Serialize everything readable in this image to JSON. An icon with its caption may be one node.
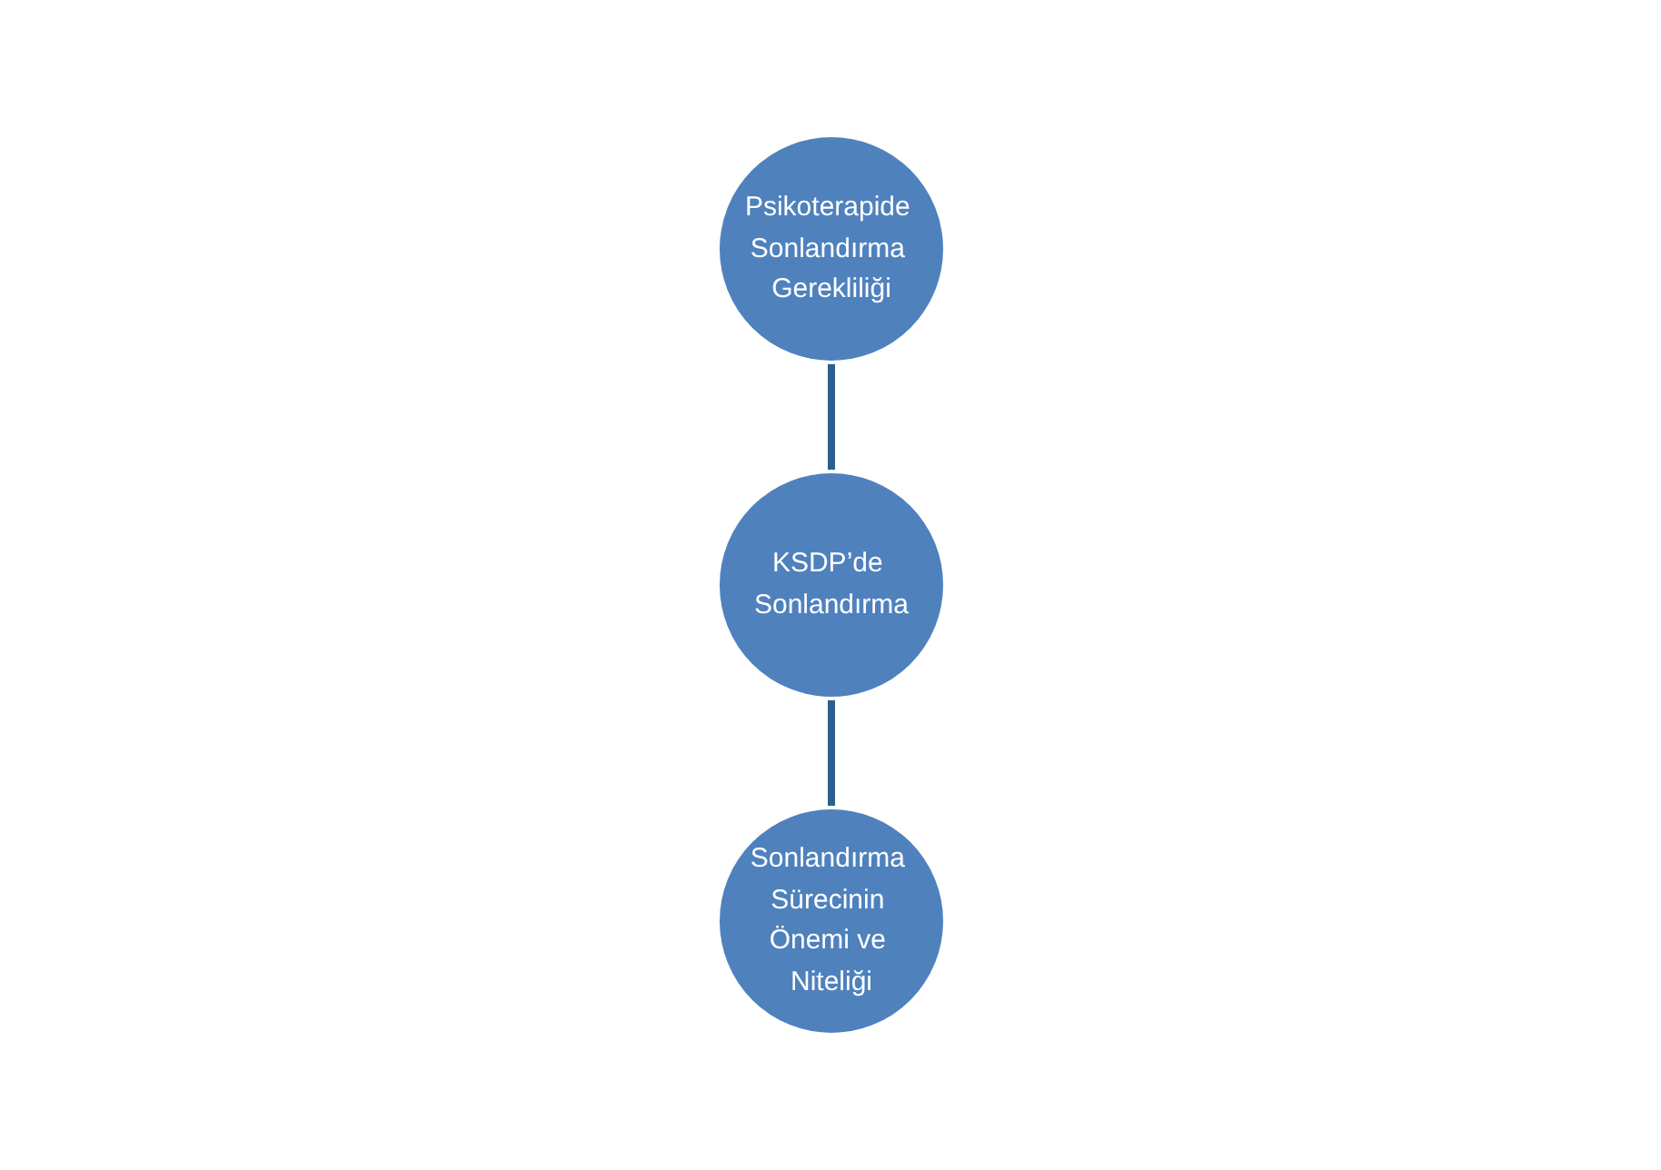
{
  "diagram": {
    "nodes": [
      {
        "text": [
          "Psikoterapide Sonlandırma Gerekliliği"
        ]
      },
      {
        "text": [
          "KSDP’de Sonlandırma"
        ]
      },
      {
        "text": [
          "Sonlandırma Sürecinin Önemi ve Niteliği"
        ]
      }
    ],
    "edges": [
      {
        "from": 0,
        "to": 1,
        "arrow": "none"
      },
      {
        "from": 1,
        "to": 2,
        "arrow": "none"
      }
    ]
  }
}
